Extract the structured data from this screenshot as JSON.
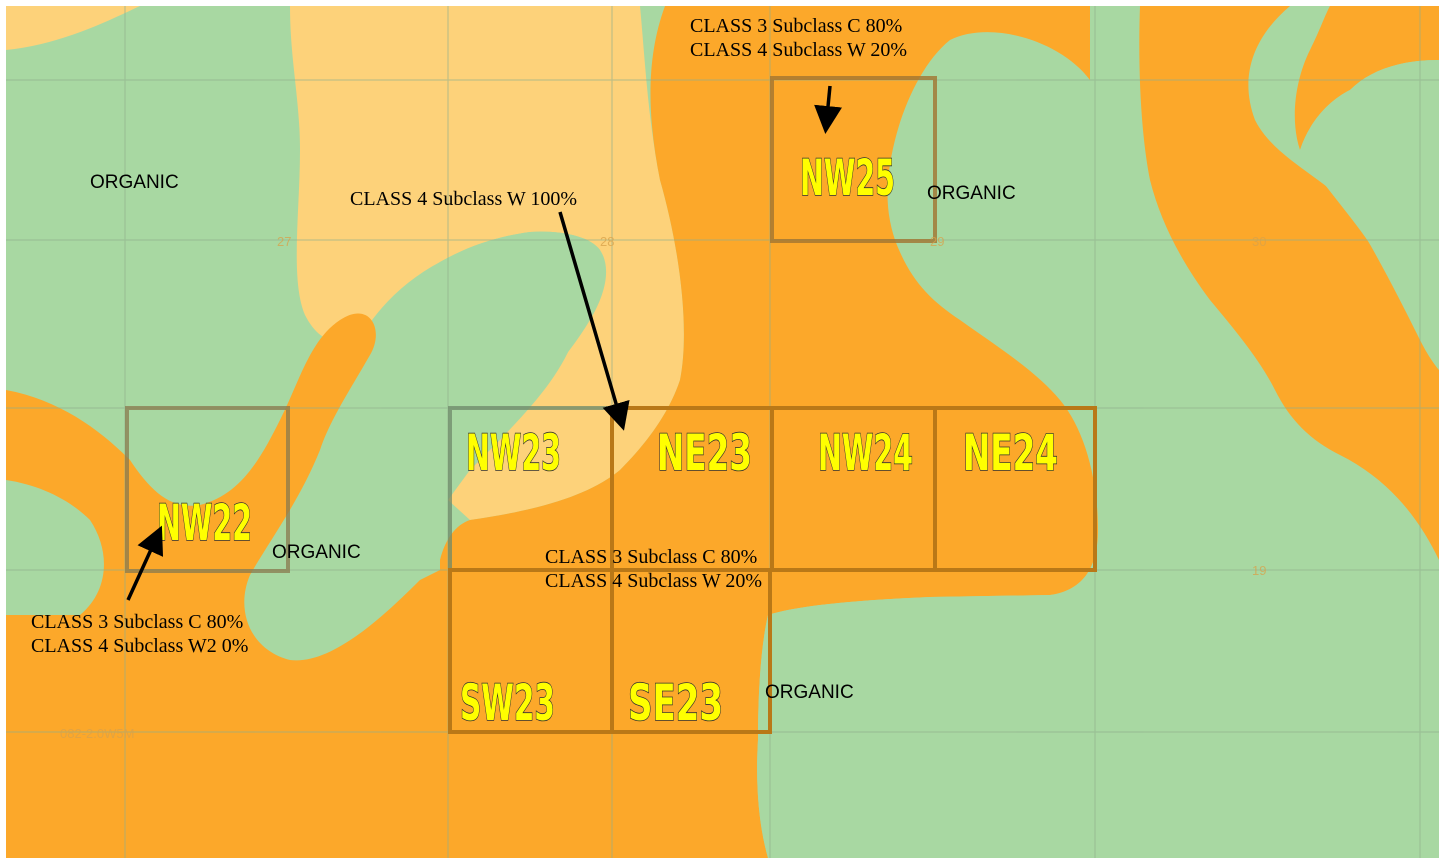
{
  "colors": {
    "organic_green": "#a8d8a2",
    "class3_orange": "#fca82a",
    "class4_light": "#fdd27a",
    "grid_line": "#8fae8c",
    "section_border_on_orange": "#b97817",
    "section_border_on_green": "#5e8a66",
    "label_fill": "#ffff00"
  },
  "map_legend_words": {
    "organic": "ORGANIC"
  },
  "sections": [
    "NW25",
    "NW22",
    "NW23",
    "NE23",
    "NW24",
    "NE24",
    "SW23",
    "SE23"
  ],
  "organic_labels": [
    "ORGANIC",
    "ORGANIC",
    "ORGANIC",
    "ORGANIC"
  ],
  "annotations": {
    "top": [
      "CLASS 3 Subclass C 80%",
      "CLASS 4 Subclass W 20%"
    ],
    "center": "CLASS 4 Subclass W 100%",
    "middle": [
      "CLASS 3 Subclass C 80%",
      "CLASS 4 Subclass W 20%"
    ],
    "bottom_left": [
      "CLASS 3 Subclass C 80%",
      "CLASS 4 Subclass W2 0%"
    ]
  },
  "faint_map_text": {
    "sec_27": "27",
    "sec_28": "28",
    "sec_29": "29",
    "sec_30": "30",
    "sec_19": "19",
    "township": "082-2.0W5M"
  }
}
